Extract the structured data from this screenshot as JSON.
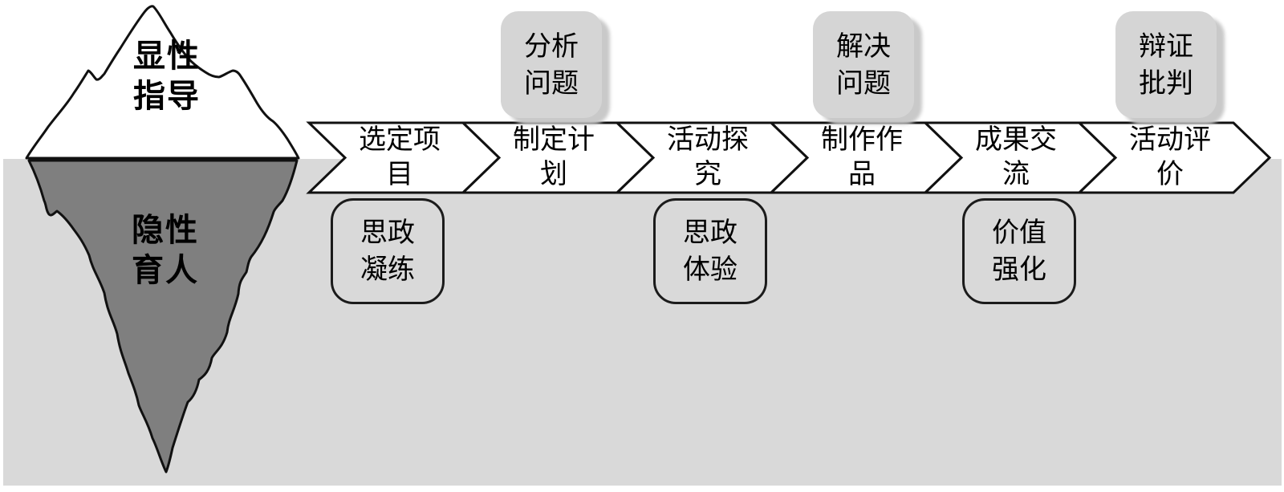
{
  "iceberg": {
    "above": {
      "label": "显性指导",
      "line1": "显性",
      "line2": "指导"
    },
    "below": {
      "label": "隐性育人",
      "line1": "隐性",
      "line2": "育人"
    }
  },
  "steps": [
    {
      "label": "选定项目",
      "line1": "选定项",
      "line2": "目"
    },
    {
      "label": "制定计划",
      "line1": "制定计",
      "line2": "划"
    },
    {
      "label": "活动探究",
      "line1": "活动探",
      "line2": "究"
    },
    {
      "label": "制作作品",
      "line1": "制作作",
      "line2": "品"
    },
    {
      "label": "成果交流",
      "line1": "成果交",
      "line2": "流"
    },
    {
      "label": "活动评价",
      "line1": "活动评",
      "line2": "价"
    }
  ],
  "top_boxes": [
    {
      "label": "分析问题",
      "line1": "分析",
      "line2": "问题"
    },
    {
      "label": "解决问题",
      "line1": "解决",
      "line2": "问题"
    },
    {
      "label": "辩证批判",
      "line1": "辩证",
      "line2": "批判"
    }
  ],
  "bottom_boxes": [
    {
      "label": "思政凝练",
      "line1": "思政",
      "line2": "凝练"
    },
    {
      "label": "思政体验",
      "line1": "思政",
      "line2": "体验"
    },
    {
      "label": "价值强化",
      "line1": "价值",
      "line2": "强化"
    }
  ],
  "colors": {
    "water": "#d9d9d9",
    "submerged_ice": "#7f7f7f",
    "ice": "#ffffff",
    "outline": "#111111",
    "box_fill": "#d5d5d5",
    "text": "#000000"
  }
}
